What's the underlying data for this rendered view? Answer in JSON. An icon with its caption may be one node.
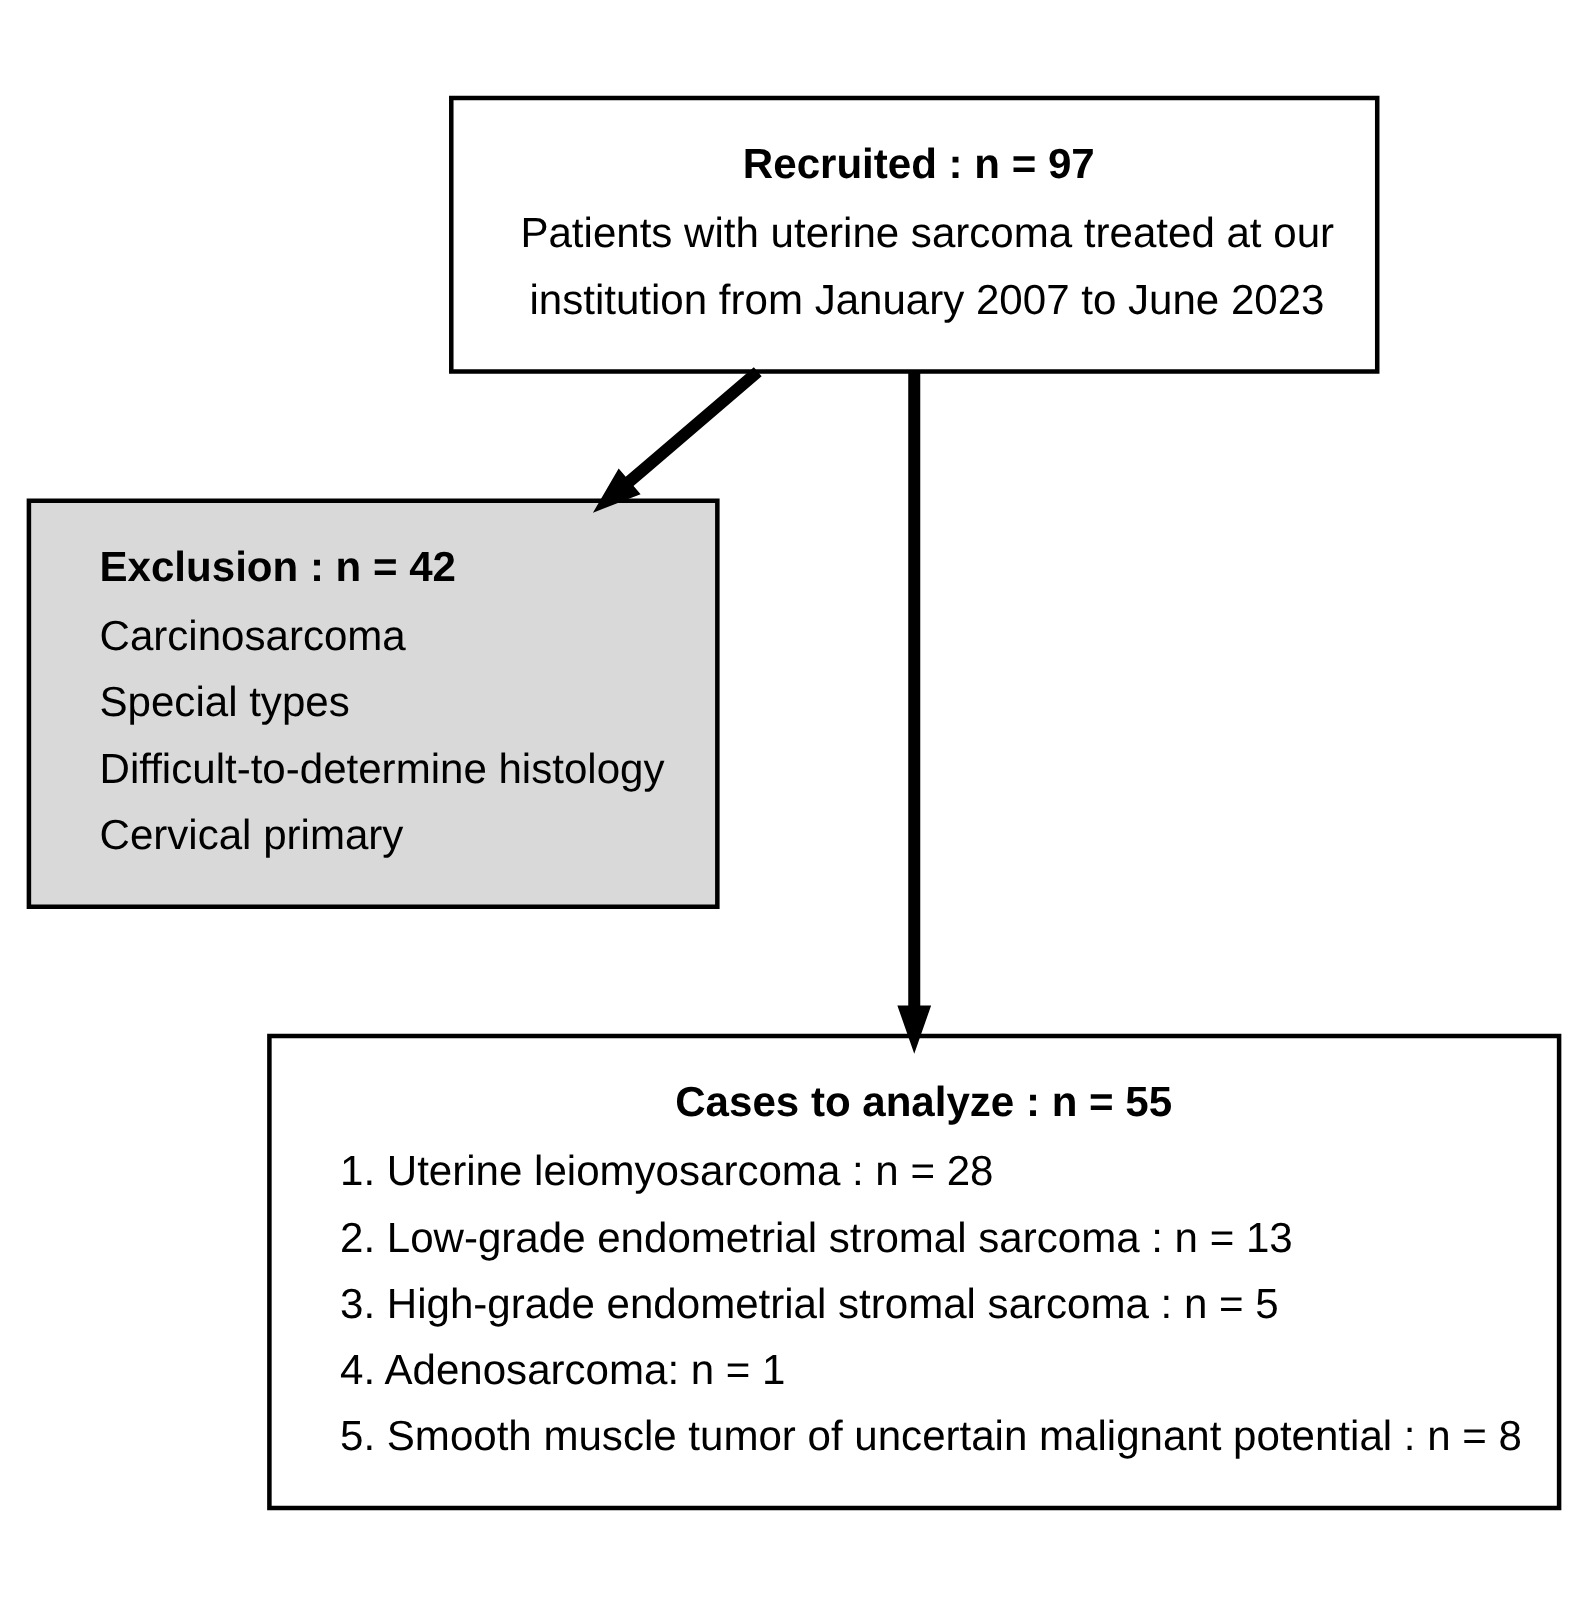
{
  "diagram": {
    "nodes": [
      {
        "text": [
          "Recruited : n = 97",
          "Patients with uterine sarcoma treated at our institution from January 2007 to June 2023"
        ]
      },
      {
        "text": [
          "Exclusion : n = 42",
          "Carcinosarcoma",
          "Special types",
          "Difficult-to-determine histology",
          "Cervical primary"
        ]
      },
      {
        "text": [
          "Cases to analyze : n = 55",
          "1. Uterine leiomyosarcoma : n = 28",
          "2. Low-grade endometrial stromal sarcoma : n = 13",
          "3. High-grade endometrial stromal sarcoma : n = 5",
          "4. Adenosarcoma: n = 1",
          "5. Smooth muscle tumor of uncertain malignant potential : n = 8"
        ]
      }
    ],
    "edges": [
      {
        "from": 0,
        "to": 2,
        "arrow": "to"
      },
      {
        "from": 0,
        "to": 1,
        "arrow": "to"
      }
    ]
  }
}
